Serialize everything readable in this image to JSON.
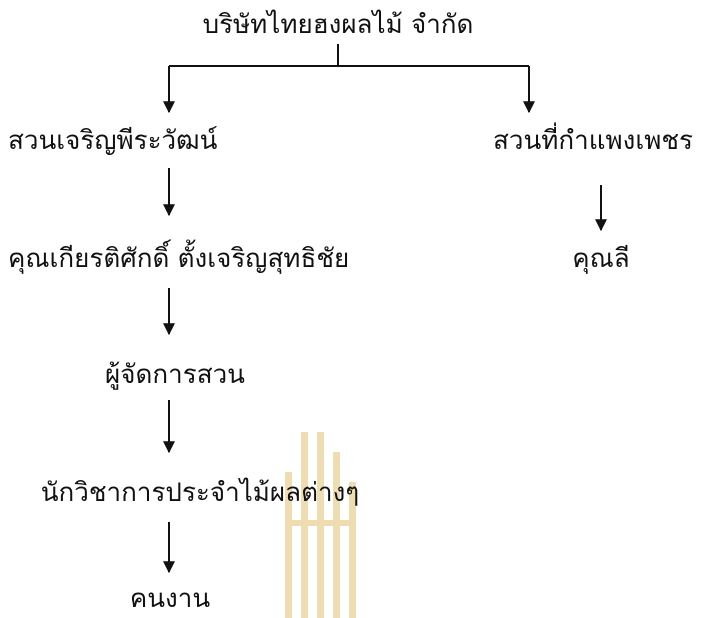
{
  "diagram": {
    "root": "บริษัทไทยฮงผลไม้ จำกัด",
    "left_branch": {
      "farm": "สวนเจริญพีระวัฒน์",
      "owner": "คุณเกียรติศักดิ์ ตั้งเจริญสุทธิชัย",
      "manager": "ผู้จัดการสวน",
      "specialists": "นักวิชาการประจำไม้ผลต่างๆ",
      "workers": "คนงาน"
    },
    "right_branch": {
      "farm": "สวนที่กำแพงเพชร",
      "owner": "คุณลี"
    }
  },
  "colors": {
    "line": "#111111",
    "watermark": "#e9d29a"
  }
}
